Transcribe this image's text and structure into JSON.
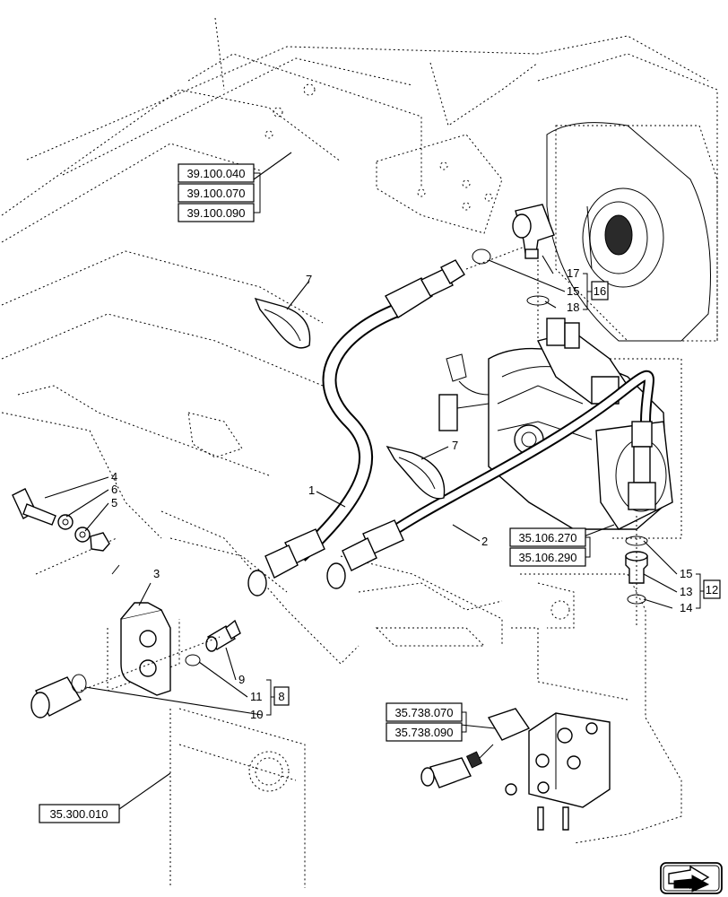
{
  "reference_labels": [
    "39.100.040",
    "39.100.070",
    "39.100.090",
    "35.106.270",
    "35.106.290",
    "35.738.070",
    "35.738.090",
    "35.300.010"
  ],
  "callouts": {
    "c1": "1",
    "c2": "2",
    "c3": "3",
    "c4": "4",
    "c5": "5",
    "c6": "6",
    "c7a": "7",
    "c7b": "7",
    "c9": "9",
    "c10": "10",
    "c11": "11",
    "c13": "13",
    "c14": "14",
    "c15a": "15",
    "c15b": "15",
    "c17": "17",
    "c18": "18"
  },
  "group_labels": {
    "g16": "16",
    "g12": "12",
    "g8": "8"
  },
  "icons": [
    "navigation-arrow-icon"
  ]
}
